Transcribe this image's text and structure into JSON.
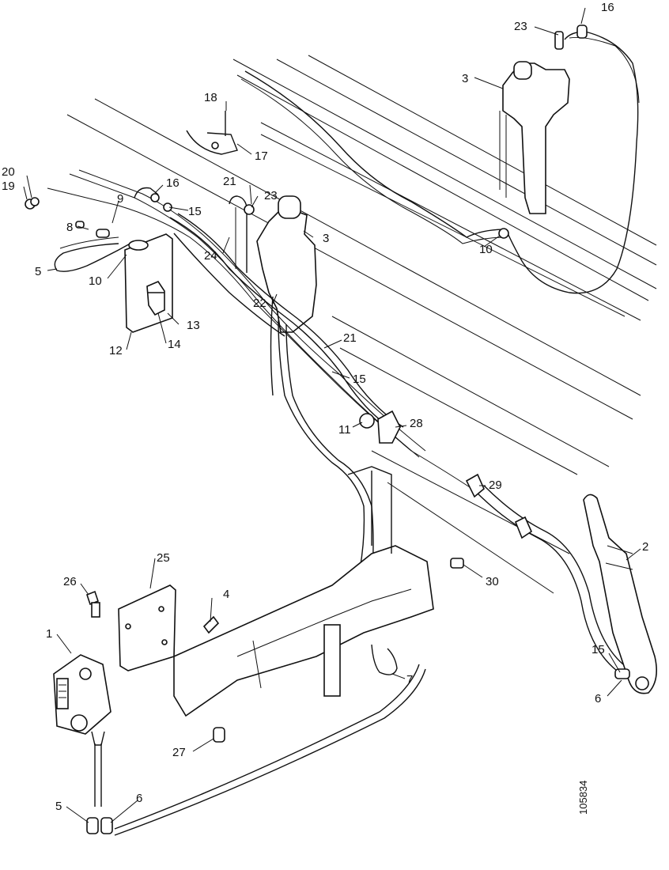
{
  "diagram": {
    "figure_id": "105834",
    "callouts": {
      "c1": "1",
      "c2": "2",
      "c3a": "3",
      "c3b": "3",
      "c4": "4",
      "c5a": "5",
      "c5b": "5",
      "c6a": "6",
      "c6b": "6",
      "c7": "7",
      "c8": "8",
      "c9": "9",
      "c10a": "10",
      "c10b": "10",
      "c11": "11",
      "c12": "12",
      "c13": "13",
      "c14": "14",
      "c15a": "15",
      "c15b": "15",
      "c15c": "15",
      "c16a": "16",
      "c16b": "16",
      "c17": "17",
      "c18": "18",
      "c19": "19",
      "c20": "20",
      "c21a": "21",
      "c21b": "21",
      "c22": "22",
      "c23a": "23",
      "c23b": "23",
      "c24": "24",
      "c25": "25",
      "c26": "26",
      "c27": "27",
      "c28": "28",
      "c29": "29",
      "c30": "30"
    }
  }
}
